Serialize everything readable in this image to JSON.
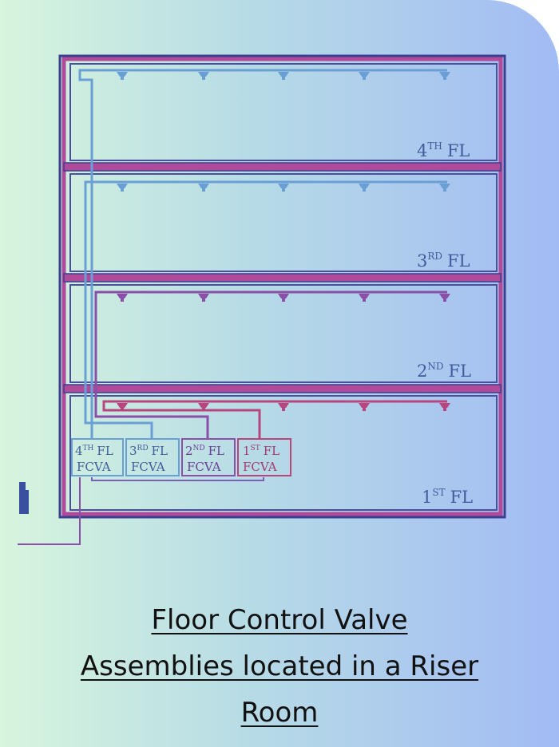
{
  "colors": {
    "frame": "#7b3fa8",
    "frame_inner": "#3a3f8f",
    "pipe_blue": "#6a9fd6",
    "pipe_purple": "#8a4fa6",
    "pipe_magenta": "#b8457e",
    "label": "#3f5c9c"
  },
  "floors": [
    {
      "id": "4",
      "num": "4",
      "sup": "TH",
      "suffix": "FL",
      "pipe": "blue"
    },
    {
      "id": "3",
      "num": "3",
      "sup": "RD",
      "suffix": "FL",
      "pipe": "blue"
    },
    {
      "id": "2",
      "num": "2",
      "sup": "ND",
      "suffix": "FL",
      "pipe": "purple"
    },
    {
      "id": "1",
      "num": "1",
      "sup": "ST",
      "suffix": "FL",
      "pipe": "magenta"
    }
  ],
  "valves": [
    {
      "num": "4",
      "sup": "TH",
      "line1": "FL",
      "line2": "FCVA",
      "color": "blue"
    },
    {
      "num": "3",
      "sup": "RD",
      "line1": "FL",
      "line2": "FCVA",
      "color": "blue"
    },
    {
      "num": "2",
      "sup": "ND",
      "line1": "FL",
      "line2": "FCVA",
      "color": "purple"
    },
    {
      "num": "1",
      "sup": "ST",
      "line1": "FL",
      "line2": "FCVA",
      "color": "magenta"
    }
  ],
  "caption": {
    "line1": "Floor Control Valve",
    "line2": "Assemblies located in a Riser",
    "line3": "Room"
  }
}
